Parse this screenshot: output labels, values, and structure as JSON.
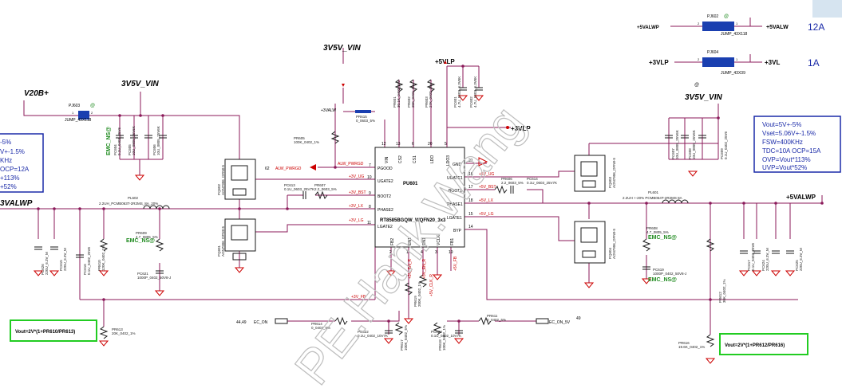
{
  "colors": {
    "wire": "#8b1a5a",
    "text": "#000000",
    "red_text": "#cc0000",
    "ic_fill": "#ffffff",
    "ic_border": "#1a1a1a",
    "jumper": "#1a3fb0",
    "green_box": "#22cc22",
    "green_text": "#1e8a1e",
    "blue_box": "#1a2aa8",
    "watermark": "#c8c8c8",
    "corner_tab": "#d6e4f0",
    "ground": "#cc0000"
  },
  "rails": {
    "v20b": "V20B+",
    "v3v5_left": "3V5V_VIN",
    "v3v5_top": "3V5V_VIN",
    "v3v5_right": "3V5V_VIN",
    "v5vlp": "+5VLP",
    "v3vlp_mid": "+3VLP",
    "svalwp_left": "3VALWP",
    "svalwp_right": "+5VALWP",
    "svalwp_top": "+5VALWP",
    "svalw": "+5VALW",
    "v3vlp_top": "+3VLP",
    "v3vl": "+3VL",
    "v3valw": "+3VALW"
  },
  "jumpers": {
    "pj603": {
      "ref": "PJ603",
      "part": "JUMP_43X118",
      "pin1": "1",
      "pin2": "2"
    },
    "pj602": {
      "ref": "PJ602",
      "part": "JUMP_43X118",
      "pin1": "1",
      "pin2": "2"
    },
    "pj604": {
      "ref": "PJ604",
      "part": "JUMP_43X39",
      "pin1": "1",
      "pin2": "2"
    }
  },
  "current_labels": {
    "top": "12A",
    "mid": "1A"
  },
  "ic": {
    "ref": "PU601",
    "part": "RT8585BGQW_WQFN20_3x3",
    "left_pins": [
      {
        "num": "7",
        "name": "PGOOD"
      },
      {
        "num": "10",
        "name": "UGATE2"
      },
      {
        "num": "9",
        "name": "BOOT2"
      },
      {
        "num": "8",
        "name": "PHASE2"
      },
      {
        "num": "11",
        "name": "LGATE2"
      }
    ],
    "right_pins": [
      {
        "num": "21",
        "name": "GND"
      },
      {
        "num": "16",
        "name": "UGATE1"
      },
      {
        "num": "17",
        "name": "BOOT1"
      },
      {
        "num": "18",
        "name": "PHASE1"
      },
      {
        "num": "15",
        "name": "LGATE1"
      },
      {
        "num": "14",
        "name": "BYP"
      }
    ],
    "top_pins": [
      {
        "num": "12",
        "name": "VIN"
      },
      {
        "num": "13",
        "name": "CS2"
      },
      {
        "num": "6",
        "name": "CS1"
      },
      {
        "num": "20",
        "name": "LDO"
      },
      {
        "num": "5",
        "name": "LDO3"
      }
    ],
    "bottom_pins": [
      {
        "num": "2",
        "name": "FB2"
      },
      {
        "num": "1",
        "name": "EN1"
      },
      {
        "num": "4",
        "name": "EN1"
      },
      {
        "num": "3",
        "name": "VCLK"
      },
      {
        "num": "19",
        "name": "FB1"
      }
    ]
  },
  "nets": {
    "alw_pwrgd": "ALW_PWRGD",
    "alw_pwrgd_num": "62",
    "v3_ug": "+3V_UG",
    "v3_bst": "+3V_BST",
    "v3_lx": "+3V_LX",
    "v3_lg": "+3V_LG",
    "v5_ug": "+5V_UG",
    "v5_bst": "+5V_BST",
    "v5_lx": "+5V_LX",
    "v5_lg": "+5V_LG",
    "v3_fb": "+3V_FB",
    "v5_fb": "+5V_FB",
    "ec_on_left": "EC_ON",
    "ec_on_left_num": "44,49",
    "ec_on_right": "EC_ON_5V",
    "ec_on_right_num": "49",
    "v3_en": "+3V_EN_R",
    "v5_en": "+5V_EN_R",
    "vclk": "+5V_CLK_R"
  },
  "components": {
    "pq601": "PQ601\nAON7906_DFN8-5",
    "pq602": "PQ602\nAON7906_DFN8-5",
    "pq603": "PQ603\nAON7906_DFN8-5",
    "pq604": "PQ604\nAON7906_DFN8-5",
    "pl602": "2.2UH_PCMB063T-2R2MS_8A_20%",
    "pl602_ref": "PL602",
    "pl601": "2.2UH +-20% PCMB064T-2R2MS 8A",
    "pl601_ref": "PL601",
    "pr605": "PR605\n100K_0402_1%",
    "pr615": "PR615\n0_0603_5%",
    "pc613": "PC613\n0.1U_0603_25V7K",
    "pr607": "PR607\n2.2_0603_5%",
    "pr606": "PR606\n2.2_0603_5%",
    "pc614": "PC614\n0.1U_0603_25V7K",
    "pr609": "PR609\n4.7_0805_5%",
    "pc621": "PC621\n1000P_0402_50V8-J",
    "pr608": "PR608\n4.7_0805_5%",
    "pc619": "PC619\n1000P_0402_50V8-J",
    "pr613": "PR613\n20K_0402_1%",
    "pr610": "PR610\n120K_0402_1%",
    "pr612": "PR612\n30K_0402_1%",
    "pr616": "PR616\n19.6K_0402_1%",
    "pr614": "PR614\n0_0402_5%",
    "pr611": "PR611\n0_0402_5%",
    "pc622": "PC622\n0.1U_0402_10V7K",
    "pc623": "PC623\n0.1U_0402_10V7K",
    "pr617": "PR617\n100K_0402_5%",
    "pr618": "PR618\n100K_0402_1%",
    "pr619": "PR619\n200K_0402_1%",
    "pc626": "PC626\n220U_6.3V_M",
    "pc615": "PC615\n220U_6.3V_M",
    "pc616": "PC616\n0.1U_0402_25V6",
    "pc624": "PC624\n220U_6.3V_M",
    "pc625": "PC625\n220U_6.3V_M",
    "pc617": "PC617\n0.1U_0402_25V6",
    "pc604": "PC604\n0.1U_0402_25V6",
    "pc605": "PC605\n10U_0805_25V6K",
    "pc606": "PC606\n10U_0805_25V6K",
    "pc607": "PC607\n10U_0805_25V6K",
    "pc608": "PC608\n10U_0805_25V6K",
    "pc609": "PC609\n0.1U_0402_25V6",
    "pc601": "PC601\n4.7U_0603_6.3V6K",
    "pc602": "PC602\n4.7U_0603_6.3V6K",
    "pr601": "PR601\n30.1K_0402_1%",
    "pr602": "PR602\n20K_0402_1%",
    "pr603": "PR603\n27K_0402_1%"
  },
  "emc_labels": {
    "a": "EMC_NS@",
    "b": "EMC_NS@",
    "c": "EMC_NS@",
    "d": "EMC_NS@"
  },
  "vout_left": "Vout=2V*(1+PR610/PR613)",
  "vout_right": "Vout=2V*(1+PR612/PR616)",
  "spec_left": [
    "-5%",
    "V+-1.5%",
    "KHz",
    "  OCP=12A",
    "+113%",
    "+52%"
  ],
  "spec_right": [
    "Vout=5V+-5%",
    "Vset=5.06V+-1.5%",
    "FSW=400KHz",
    "TDC=10A   OCP=15A",
    "OVP=Vout*113%",
    "UVP=Vout*52%"
  ],
  "watermark": "PE.Hank.Wang",
  "at_symbol": "@"
}
